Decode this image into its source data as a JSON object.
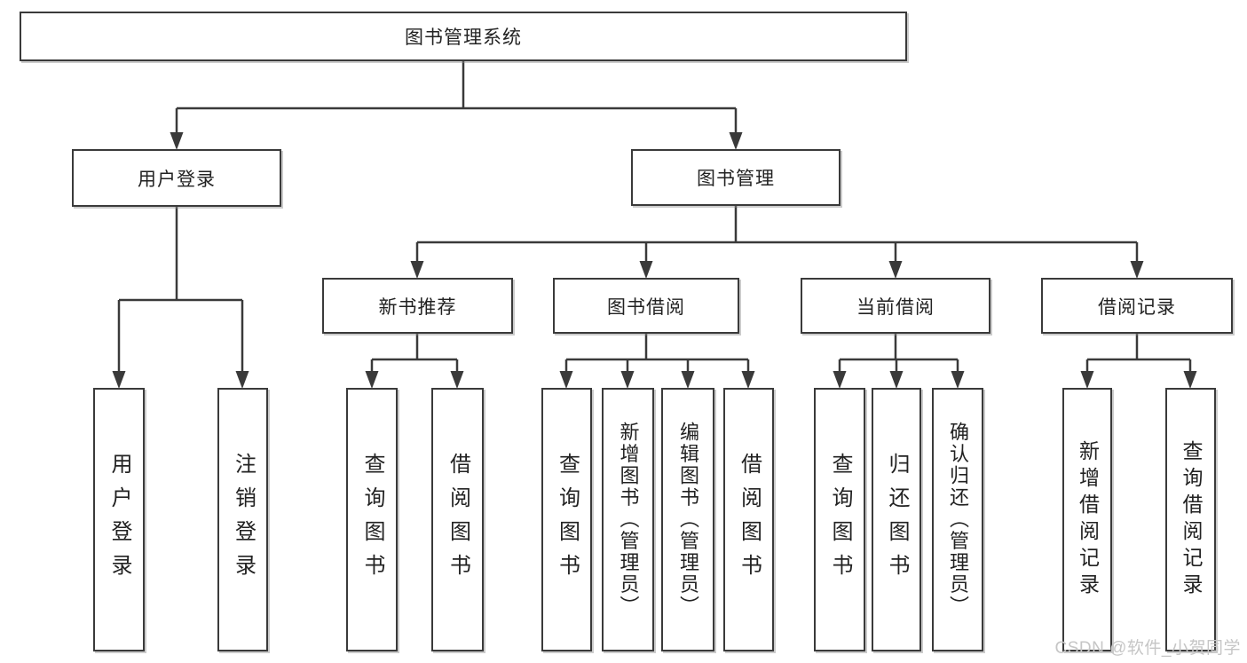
{
  "title": "图书管理系统",
  "level2": {
    "user_login": "用户登录",
    "book_mgmt": "图书管理"
  },
  "level3": {
    "new_books": "新书推荐",
    "borrow": "图书借阅",
    "current": "当前借阅",
    "records": "借阅记录"
  },
  "leaves": {
    "user_login": [
      "用户登录",
      "注销登录"
    ],
    "new_books": [
      "查询图书",
      "借阅图书"
    ],
    "borrow": [
      "查询图书",
      "新增图书（管理员）",
      "编辑图书（管理员）",
      "借阅图书"
    ],
    "current": [
      "查询图书",
      "归还图书",
      "确认归还（管理员）"
    ],
    "records": [
      "新增借阅记录",
      "查询借阅记录"
    ]
  },
  "watermark": "CSDN @软件_小贺同学",
  "colors": {
    "line": "#3a3a3a",
    "text": "#222222",
    "watermark": "#c6c6c6"
  }
}
